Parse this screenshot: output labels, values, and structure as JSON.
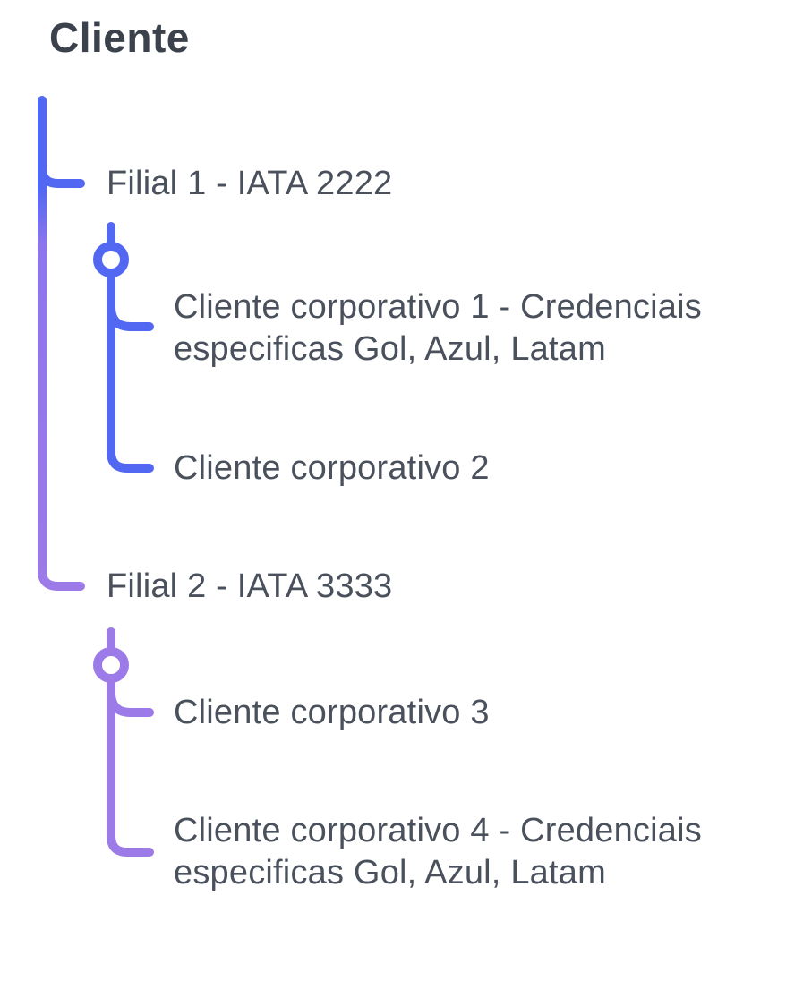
{
  "page": {
    "title": "Cliente"
  },
  "colors": {
    "blue": "#5267f2",
    "purple": "#9c7ae8",
    "purple_transition": "#8d76ec",
    "text": "#4a515c",
    "title_text": "#3b424c"
  },
  "tree": {
    "root": "Cliente",
    "branches": [
      {
        "id": "filial-1",
        "label": "Filial 1 - IATA 2222",
        "color": "#5267f2",
        "children": [
          {
            "label": "Cliente corporativo 1 - Credenciais especificas Gol, Azul, Latam"
          },
          {
            "label": "Cliente corporativo 2"
          }
        ]
      },
      {
        "id": "filial-2",
        "label": "Filial 2 - IATA 3333",
        "color": "#9c7ae8",
        "children": [
          {
            "label": "Cliente corporativo 3"
          },
          {
            "label": "Cliente corporativo 4 - Credenciais especificas Gol, Azul, Latam"
          }
        ]
      }
    ]
  }
}
